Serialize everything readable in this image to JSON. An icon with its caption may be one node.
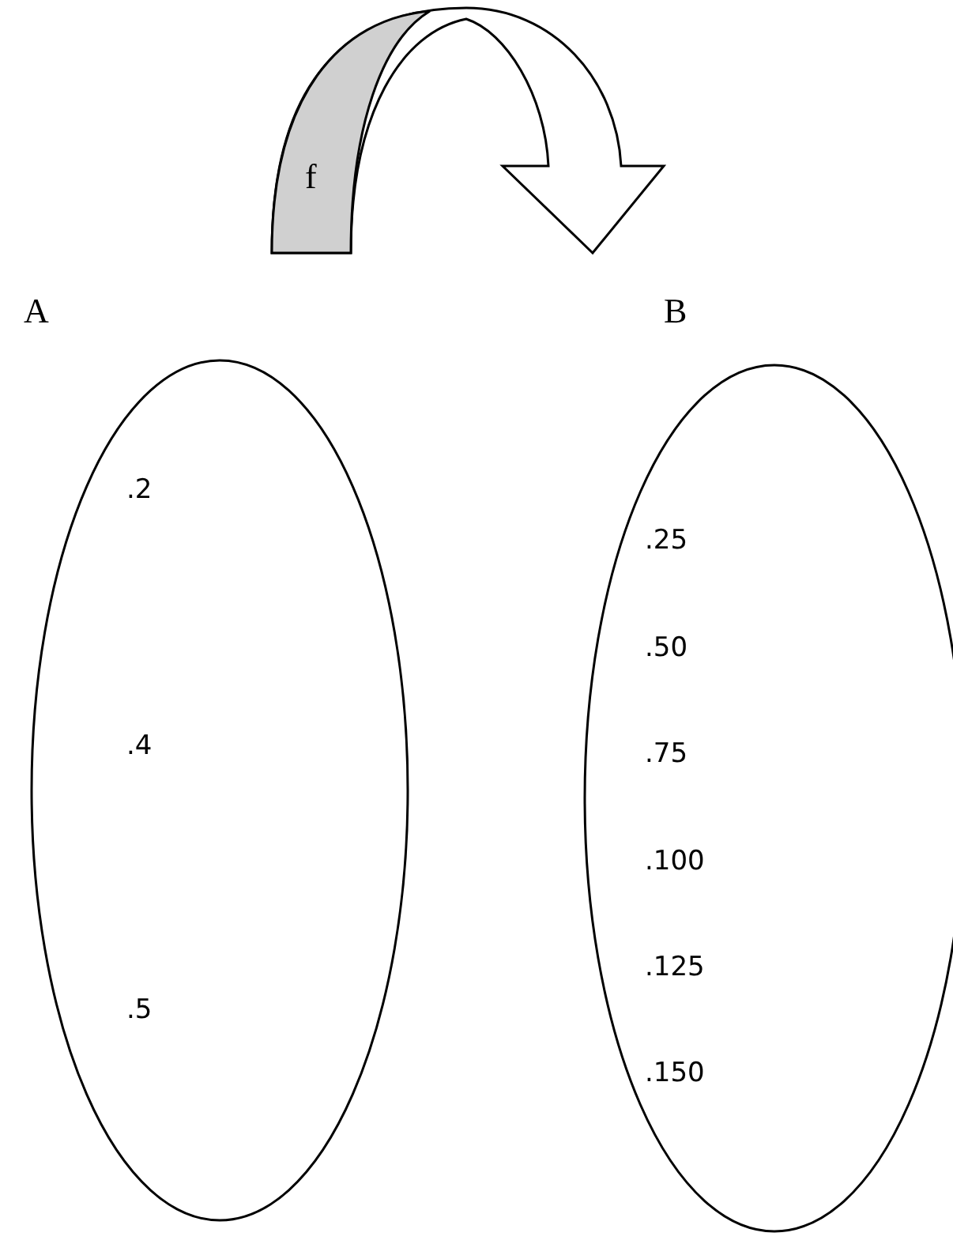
{
  "diagram": {
    "nodes": [
      {
        "text": [
          "A",
          ".2",
          ".4",
          ".5"
        ]
      },
      {
        "text": [
          "B",
          ".25",
          ".50",
          ".75",
          ".100",
          ".125",
          ".150"
        ]
      }
    ],
    "edges": [
      {
        "from": 0,
        "to": 1,
        "arrow": "to",
        "label": "f"
      }
    ]
  }
}
